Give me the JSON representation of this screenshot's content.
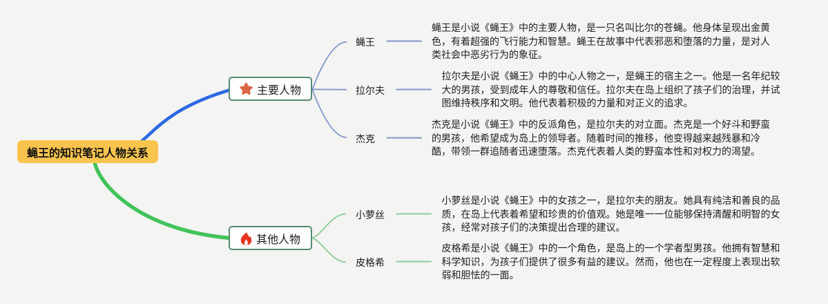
{
  "root": {
    "label": "蝇王的知识笔记人物关系"
  },
  "branches": [
    {
      "label": "主要人物",
      "icon": "star-icon",
      "children": [
        {
          "label": "蝇王",
          "description": "蝇王是小说《蝇王》中的主要人物，是一只名叫比尔的苍蝇。他身体呈现出金黄\n色，有着超强的飞行能力和智慧。蝇王在故事中代表邪恶和堕落的力量，是对人\n类社会中恶劣行为的象征。"
        },
        {
          "label": "拉尔夫",
          "description": "拉尔夫是小说《蝇王》中的中心人物之一，是蝇王的宿主之一。他是一名年纪较\n大的男孩，受到成年人的尊敬和信任。拉尔夫在岛上组织了孩子们的治理，并试\n图维持秩序和文明。他代表着积极的力量和对正义的追求。"
        },
        {
          "label": "杰克",
          "description": "杰克是小说《蝇王》中的反派角色，是拉尔夫的对立面。杰克是一个好斗和野蛮\n的男孩，他希望成为岛上的领导者。随着时间的推移，他变得越来越残暴和冷\n酷，带领一群追随者迅速堕落。杰克代表着人类的野蛮本性和对权力的渴望。"
        }
      ]
    },
    {
      "label": "其他人物",
      "icon": "flame-icon",
      "children": [
        {
          "label": "小萝丝",
          "description": "小萝丝是小说《蝇王》中的女孩之一，是拉尔夫的朋友。她具有纯洁和善良的品\n质，在岛上代表着希望和珍贵的价值观。她是唯一一位能够保持清醒和明智的女\n孩，经常对孩子们的决策提出合理的建议。"
        },
        {
          "label": "皮格希",
          "description": "皮格希是小说《蝇王》中的一个角色，是岛上的一个学者型男孩。他拥有智慧和\n科学知识，为孩子们提供了很多有益的建议。然而，他也在一定程度上表现出软\n弱和胆怯的一面。"
        }
      ]
    }
  ],
  "colors": {
    "background": "#f4f4f2",
    "root_fill": "#f9c44e",
    "section_border": "#568a70",
    "branch_blue": "#2d68e2",
    "branch_green": "#41c35a",
    "connector_blue": "#8095cb",
    "connector_green": "#8acb9a",
    "star_orange": "#db6340",
    "flame_red": "#e5341f"
  }
}
